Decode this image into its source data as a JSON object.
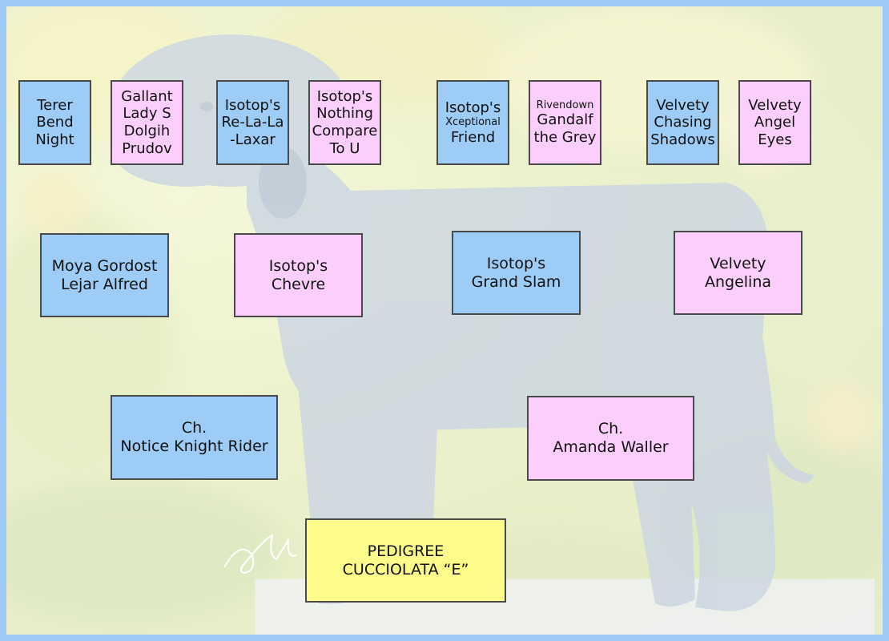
{
  "pedigree": {
    "great_grandparents": [
      {
        "lines": [
          "Terer",
          "Bend",
          "Night"
        ],
        "sex": "male"
      },
      {
        "lines": [
          "Gallant",
          "Lady S",
          "Dolgih",
          "Prudov"
        ],
        "sex": "female"
      },
      {
        "lines": [
          "Isotop's",
          "Re-La-La",
          "-Laxar"
        ],
        "sex": "male"
      },
      {
        "lines": [
          "Isotop's",
          "Nothing",
          "Compare",
          "To U"
        ],
        "sex": "female"
      },
      {
        "lines": [
          "Isotop's",
          "Xceptional",
          "Friend"
        ],
        "sex": "male"
      },
      {
        "lines": [
          "Rivendown",
          "Gandalf",
          "the Grey"
        ],
        "sex": "female"
      },
      {
        "lines": [
          "Velvety",
          "Chasing",
          "Shadows"
        ],
        "sex": "male"
      },
      {
        "lines": [
          "Velvety",
          "Angel",
          "Eyes"
        ],
        "sex": "female"
      }
    ],
    "grandparents": [
      {
        "lines": [
          "Moya Gordost",
          "Lejar Alfred"
        ],
        "sex": "male"
      },
      {
        "lines": [
          "Isotop's",
          "Chevre"
        ],
        "sex": "female"
      },
      {
        "lines": [
          "Isotop's",
          "Grand Slam"
        ],
        "sex": "male"
      },
      {
        "lines": [
          "Velvety",
          "Angelina"
        ],
        "sex": "female"
      }
    ],
    "parents": [
      {
        "lines": [
          "Ch.",
          "Notice Knight Rider"
        ],
        "sex": "male"
      },
      {
        "lines": [
          "Ch.",
          "Amanda Waller"
        ],
        "sex": "female"
      }
    ],
    "title": {
      "lines": [
        "PEDIGREE",
        "CUCCIOLATA “E”"
      ]
    }
  },
  "colors": {
    "male": "#9dcdf6",
    "female": "#fccefc",
    "title": "#fdfb8a",
    "frame": "#9ecbf5"
  }
}
